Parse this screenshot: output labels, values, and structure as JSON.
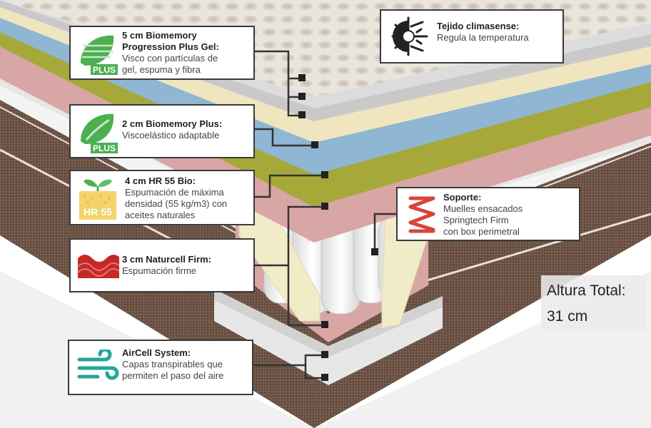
{
  "labels": {
    "tejido": {
      "title": "Tejido climasense:",
      "lines": [
        "Regula la temperatura"
      ]
    },
    "bio_gel": {
      "title_lines": [
        "5 cm Biomemory",
        "Progression Plus Gel:"
      ],
      "lines": [
        "Visco con partículas de",
        "gel, espuma y fibra"
      ],
      "icon_text": "PLUS"
    },
    "bio_plus": {
      "title": "2 cm Biomemory Plus:",
      "lines": [
        "Viscoelástico adaptable"
      ],
      "icon_text": "PLUS"
    },
    "hr55": {
      "title": "4 cm HR 55 Bio:",
      "lines": [
        "Espumación de máxima",
        "densidad (55 kg/m3) con",
        "aceites naturales"
      ],
      "icon_text": "HR 55"
    },
    "soporte": {
      "title": "Soporte:",
      "lines": [
        "Muelles ensacados",
        "Springtech Firm",
        "con box perimetral"
      ]
    },
    "naturcell": {
      "title": "3 cm Naturcell Firm:",
      "lines": [
        "Espumación firme"
      ]
    },
    "aircell": {
      "title": "AirCell System:",
      "lines": [
        "Capas transpirables que",
        "permiten el paso del aire"
      ]
    }
  },
  "height": {
    "label": "Altura Total:",
    "value": "31 cm"
  },
  "icons": {
    "tejido": "sun-snowflake-icon",
    "bio_gel": "leaf-plus-icon",
    "bio_plus": "leaf-plus-icon",
    "hr55": "foam-sprout-icon",
    "soporte": "spring-icon",
    "naturcell": "wave-foam-icon",
    "aircell": "air-flow-icon"
  },
  "colors": {
    "leaf_green": "#4caf50",
    "foam_yellow": "#f3d36a",
    "spring_red": "#d9443a",
    "naturcell_red": "#c62828",
    "air_teal": "#26a69a",
    "fabric_brown": "#6d5447",
    "blue_layer": "#8fb6d3",
    "olive_layer": "#a6a83a",
    "pink_layer": "#d6a2a0",
    "cream_layer": "#efe6bf"
  }
}
